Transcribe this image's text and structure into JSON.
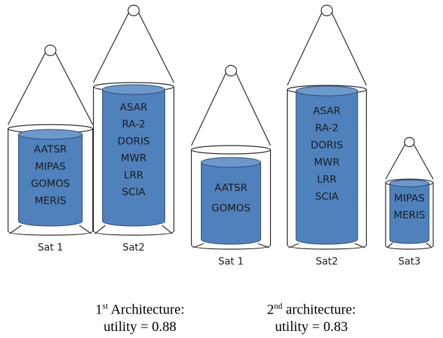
{
  "architectures": [
    {
      "caption_num": "1",
      "caption_sup": "st",
      "caption_rest": " Architecture:",
      "utility_text": "utility = 0.88",
      "satellites": [
        {
          "label": "Sat 1",
          "instruments": [
            "AATSR",
            "MIPAS",
            "GOMOS",
            "MERIS"
          ]
        },
        {
          "label": "Sat2",
          "instruments": [
            "ASAR",
            "RA-2",
            "DORIS",
            "MWR",
            "LRR",
            "SCIA"
          ]
        }
      ]
    },
    {
      "caption_num": "2",
      "caption_sup": "nd",
      "caption_rest": " architecture:",
      "utility_text": "utility = 0.83",
      "satellites": [
        {
          "label": "Sat 1",
          "instruments": [
            "AATSR",
            "GOMOS"
          ]
        },
        {
          "label": "Sat2",
          "instruments": [
            "ASAR",
            "RA-2",
            "DORIS",
            "MWR",
            "LRR",
            "SCIA"
          ]
        },
        {
          "label": "Sat3",
          "instruments": [
            "MIPAS",
            "MERIS"
          ]
        }
      ]
    }
  ],
  "colors": {
    "cylinder_fill": "#4f81bd",
    "cylinder_top": "#6d98cc",
    "outline": "#222222"
  }
}
